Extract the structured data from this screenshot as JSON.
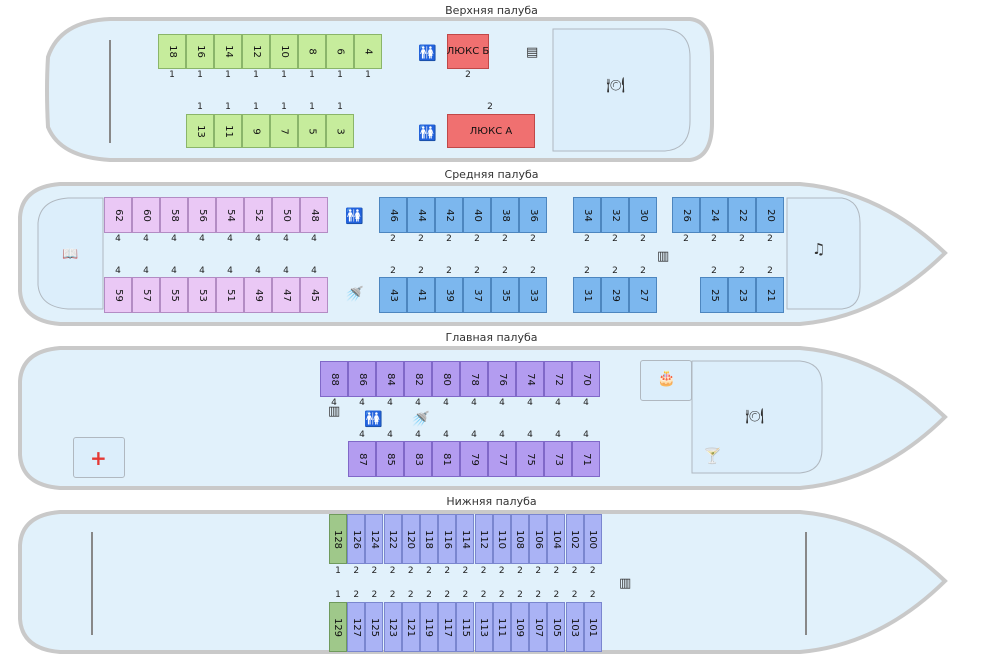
{
  "decks": {
    "upper": {
      "title": "Верхняя палуба",
      "top_cabins": [
        {
          "n": "18",
          "cap": "1"
        },
        {
          "n": "16",
          "cap": "1"
        },
        {
          "n": "14",
          "cap": "1"
        },
        {
          "n": "12",
          "cap": "1"
        },
        {
          "n": "10",
          "cap": "1"
        },
        {
          "n": "8",
          "cap": "1"
        },
        {
          "n": "6",
          "cap": "1"
        },
        {
          "n": "4",
          "cap": "1"
        }
      ],
      "bottom_cabins": [
        {
          "n": "13",
          "cap": "1"
        },
        {
          "n": "11",
          "cap": "1"
        },
        {
          "n": "9",
          "cap": "1"
        },
        {
          "n": "7",
          "cap": "1"
        },
        {
          "n": "5",
          "cap": "1"
        },
        {
          "n": "3",
          "cap": "1"
        }
      ],
      "lux_b": {
        "label": "ЛЮКС Б",
        "cap": "2"
      },
      "lux_a": {
        "label": "ЛЮКС А",
        "cap": "2"
      }
    },
    "middle": {
      "title": "Средняя палуба",
      "pink_top": [
        {
          "n": "62",
          "cap": "4"
        },
        {
          "n": "60",
          "cap": "4"
        },
        {
          "n": "58",
          "cap": "4"
        },
        {
          "n": "56",
          "cap": "4"
        },
        {
          "n": "54",
          "cap": "4"
        },
        {
          "n": "52",
          "cap": "4"
        },
        {
          "n": "50",
          "cap": "4"
        },
        {
          "n": "48",
          "cap": "4"
        }
      ],
      "pink_bottom": [
        {
          "n": "59",
          "cap": "4"
        },
        {
          "n": "57",
          "cap": "4"
        },
        {
          "n": "55",
          "cap": "4"
        },
        {
          "n": "53",
          "cap": "4"
        },
        {
          "n": "51",
          "cap": "4"
        },
        {
          "n": "49",
          "cap": "4"
        },
        {
          "n": "47",
          "cap": "4"
        },
        {
          "n": "45",
          "cap": "4"
        }
      ],
      "blue_top_a": [
        {
          "n": "46",
          "cap": "2"
        },
        {
          "n": "44",
          "cap": "2"
        },
        {
          "n": "42",
          "cap": "2"
        },
        {
          "n": "40",
          "cap": "2"
        },
        {
          "n": "38",
          "cap": "2"
        },
        {
          "n": "36",
          "cap": "2"
        }
      ],
      "blue_bottom_a": [
        {
          "n": "43",
          "cap": "2"
        },
        {
          "n": "41",
          "cap": "2"
        },
        {
          "n": "39",
          "cap": "2"
        },
        {
          "n": "37",
          "cap": "2"
        },
        {
          "n": "35",
          "cap": "2"
        },
        {
          "n": "33",
          "cap": "2"
        }
      ],
      "blue_top_b": [
        {
          "n": "34",
          "cap": "2"
        },
        {
          "n": "32",
          "cap": "2"
        },
        {
          "n": "30",
          "cap": "2"
        }
      ],
      "blue_bottom_b": [
        {
          "n": "31",
          "cap": "2"
        },
        {
          "n": "29",
          "cap": "2"
        },
        {
          "n": "27",
          "cap": "2"
        }
      ],
      "blue_top_c": [
        {
          "n": "26",
          "cap": "2"
        },
        {
          "n": "24",
          "cap": "2"
        },
        {
          "n": "22",
          "cap": "2"
        },
        {
          "n": "20",
          "cap": "2"
        }
      ],
      "blue_bottom_c": [
        {
          "n": "25",
          "cap": "2"
        },
        {
          "n": "23",
          "cap": "2"
        },
        {
          "n": "21",
          "cap": "2"
        }
      ]
    },
    "main": {
      "title": "Главная палуба",
      "top_cabins": [
        {
          "n": "88",
          "cap": "4"
        },
        {
          "n": "86",
          "cap": "4"
        },
        {
          "n": "84",
          "cap": "4"
        },
        {
          "n": "82",
          "cap": "4"
        },
        {
          "n": "80",
          "cap": "4"
        },
        {
          "n": "78",
          "cap": "4"
        },
        {
          "n": "76",
          "cap": "4"
        },
        {
          "n": "74",
          "cap": "4"
        },
        {
          "n": "72",
          "cap": "4"
        },
        {
          "n": "70",
          "cap": "4"
        }
      ],
      "bottom_cabins": [
        {
          "n": "87",
          "cap": "4"
        },
        {
          "n": "85",
          "cap": "4"
        },
        {
          "n": "83",
          "cap": "4"
        },
        {
          "n": "81",
          "cap": "4"
        },
        {
          "n": "79",
          "cap": "4"
        },
        {
          "n": "77",
          "cap": "4"
        },
        {
          "n": "75",
          "cap": "4"
        },
        {
          "n": "73",
          "cap": "4"
        },
        {
          "n": "71",
          "cap": "4"
        }
      ]
    },
    "lower": {
      "title": "Нижняя палуба",
      "top_cabins": [
        {
          "n": "128",
          "cap": "1"
        },
        {
          "n": "126",
          "cap": "2"
        },
        {
          "n": "124",
          "cap": "2"
        },
        {
          "n": "122",
          "cap": "2"
        },
        {
          "n": "120",
          "cap": "2"
        },
        {
          "n": "118",
          "cap": "2"
        },
        {
          "n": "116",
          "cap": "2"
        },
        {
          "n": "114",
          "cap": "2"
        },
        {
          "n": "112",
          "cap": "2"
        },
        {
          "n": "110",
          "cap": "2"
        },
        {
          "n": "108",
          "cap": "2"
        },
        {
          "n": "106",
          "cap": "2"
        },
        {
          "n": "104",
          "cap": "2"
        },
        {
          "n": "102",
          "cap": "2"
        },
        {
          "n": "100",
          "cap": "2"
        }
      ],
      "bottom_cabins": [
        {
          "n": "129",
          "cap": "1"
        },
        {
          "n": "127",
          "cap": "2"
        },
        {
          "n": "125",
          "cap": "2"
        },
        {
          "n": "123",
          "cap": "2"
        },
        {
          "n": "121",
          "cap": "2"
        },
        {
          "n": "119",
          "cap": "2"
        },
        {
          "n": "117",
          "cap": "2"
        },
        {
          "n": "115",
          "cap": "2"
        },
        {
          "n": "113",
          "cap": "2"
        },
        {
          "n": "111",
          "cap": "2"
        },
        {
          "n": "109",
          "cap": "2"
        },
        {
          "n": "107",
          "cap": "2"
        },
        {
          "n": "105",
          "cap": "2"
        },
        {
          "n": "103",
          "cap": "2"
        },
        {
          "n": "101",
          "cap": "2"
        }
      ]
    }
  },
  "icons": {
    "wc": "wc-icon",
    "restaurant": "restaurant-icon",
    "stairs": "stairs-icon",
    "library": "library-icon",
    "music": "music-icon",
    "shower": "shower-icon",
    "medical": "first-aid-icon",
    "bar": "cocktail-icon",
    "cafe": "cake-icon"
  },
  "colors": {
    "hull_fill": "#e1f1fb",
    "hull_stroke": "#c9c9c9",
    "single": "#c6ec9c",
    "lux": "#f07070",
    "quad_pink": "#eac8f5",
    "double_blue": "#7cb7ee",
    "quad_purple": "#b39cf0",
    "double_lav": "#aab3f5",
    "medical_red": "#e53935"
  }
}
